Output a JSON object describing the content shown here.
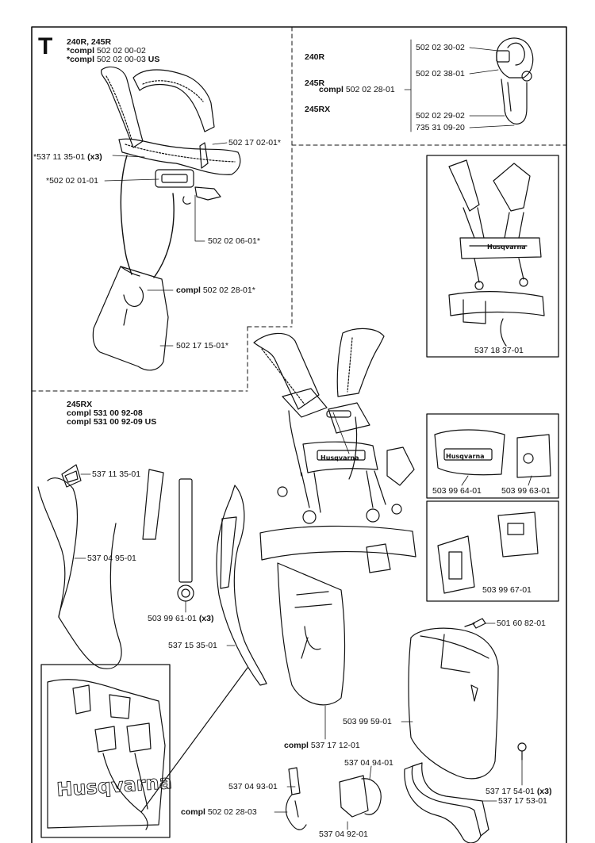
{
  "section_letter": "T",
  "top_left": {
    "models": "240R, 245R",
    "compl_word": "*compl",
    "compl_1": "502 02 00-02",
    "compl_2": "502 02 00-03",
    "compl_2_suffix": "US",
    "parts": {
      "p1": "502 17 02-01*",
      "p2": "*537 11 35-01",
      "p2_qty": "(x3)",
      "p3": "*502 02 01-01",
      "p4": "502 02 06-01*",
      "p5_word": "compl",
      "p5": "502 02 28-01*",
      "p6": "502 17 15-01*"
    }
  },
  "top_right": {
    "models": [
      "240R",
      "245R",
      "245RX"
    ],
    "compl_word": "compl",
    "compl": "502 02 28-01",
    "parts": [
      "502 02 30-02",
      "502 02 38-01",
      "502 02 29-02",
      "735 31 09-20"
    ]
  },
  "harness_box": {
    "part": "537 18 37-01",
    "brand": "Husqvarna"
  },
  "rx": {
    "model": "245RX",
    "compl_word": "compl",
    "compl_1": "531 00 92-08",
    "compl_2": "531 00 92-09",
    "compl_2_suffix": "US",
    "parts": {
      "buckle": "537 11 35-01",
      "strap_left": "537 04 95-01",
      "strap_mid": "503 99 61-01",
      "strap_mid_qty": "(x3)",
      "pad": "537 15 35-01",
      "pad_left": "503 99 64-01",
      "pad_right": "503 99 63-01",
      "clip": "503 99 67-01",
      "screw": "501 60 82-01",
      "hip": "503 99 59-01",
      "compl_word": "compl",
      "compl_hip": "537 17 12-01",
      "bolt": "537 17 54-01",
      "bolt_qty": "(x3)",
      "frame": "537 17 53-01",
      "hook_a": "537 04 93-01",
      "hook_b": "537 04 94-01",
      "hook_c": "537 04 92-01",
      "hook_compl_word": "compl",
      "hook_compl": "502 02 28-03"
    },
    "brand": "Husqvarna",
    "detail_brand": "Husqvarna"
  }
}
